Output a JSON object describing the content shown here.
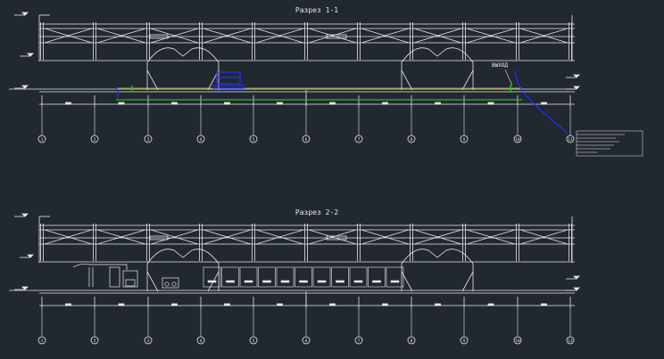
{
  "section1": {
    "title": "Разрез 1-1"
  },
  "section2": {
    "title": "Разрез 2-2"
  },
  "axes": [
    "1",
    "2",
    "3",
    "4",
    "5",
    "6",
    "7",
    "8",
    "9",
    "10",
    "11"
  ],
  "annotations": {
    "exit": "ВЫХОД"
  },
  "colors": {
    "background": "#212830",
    "lines": "#e8e8e8",
    "green": "#22c022",
    "yellow": "#c8c800",
    "blue": "#2230ff"
  }
}
